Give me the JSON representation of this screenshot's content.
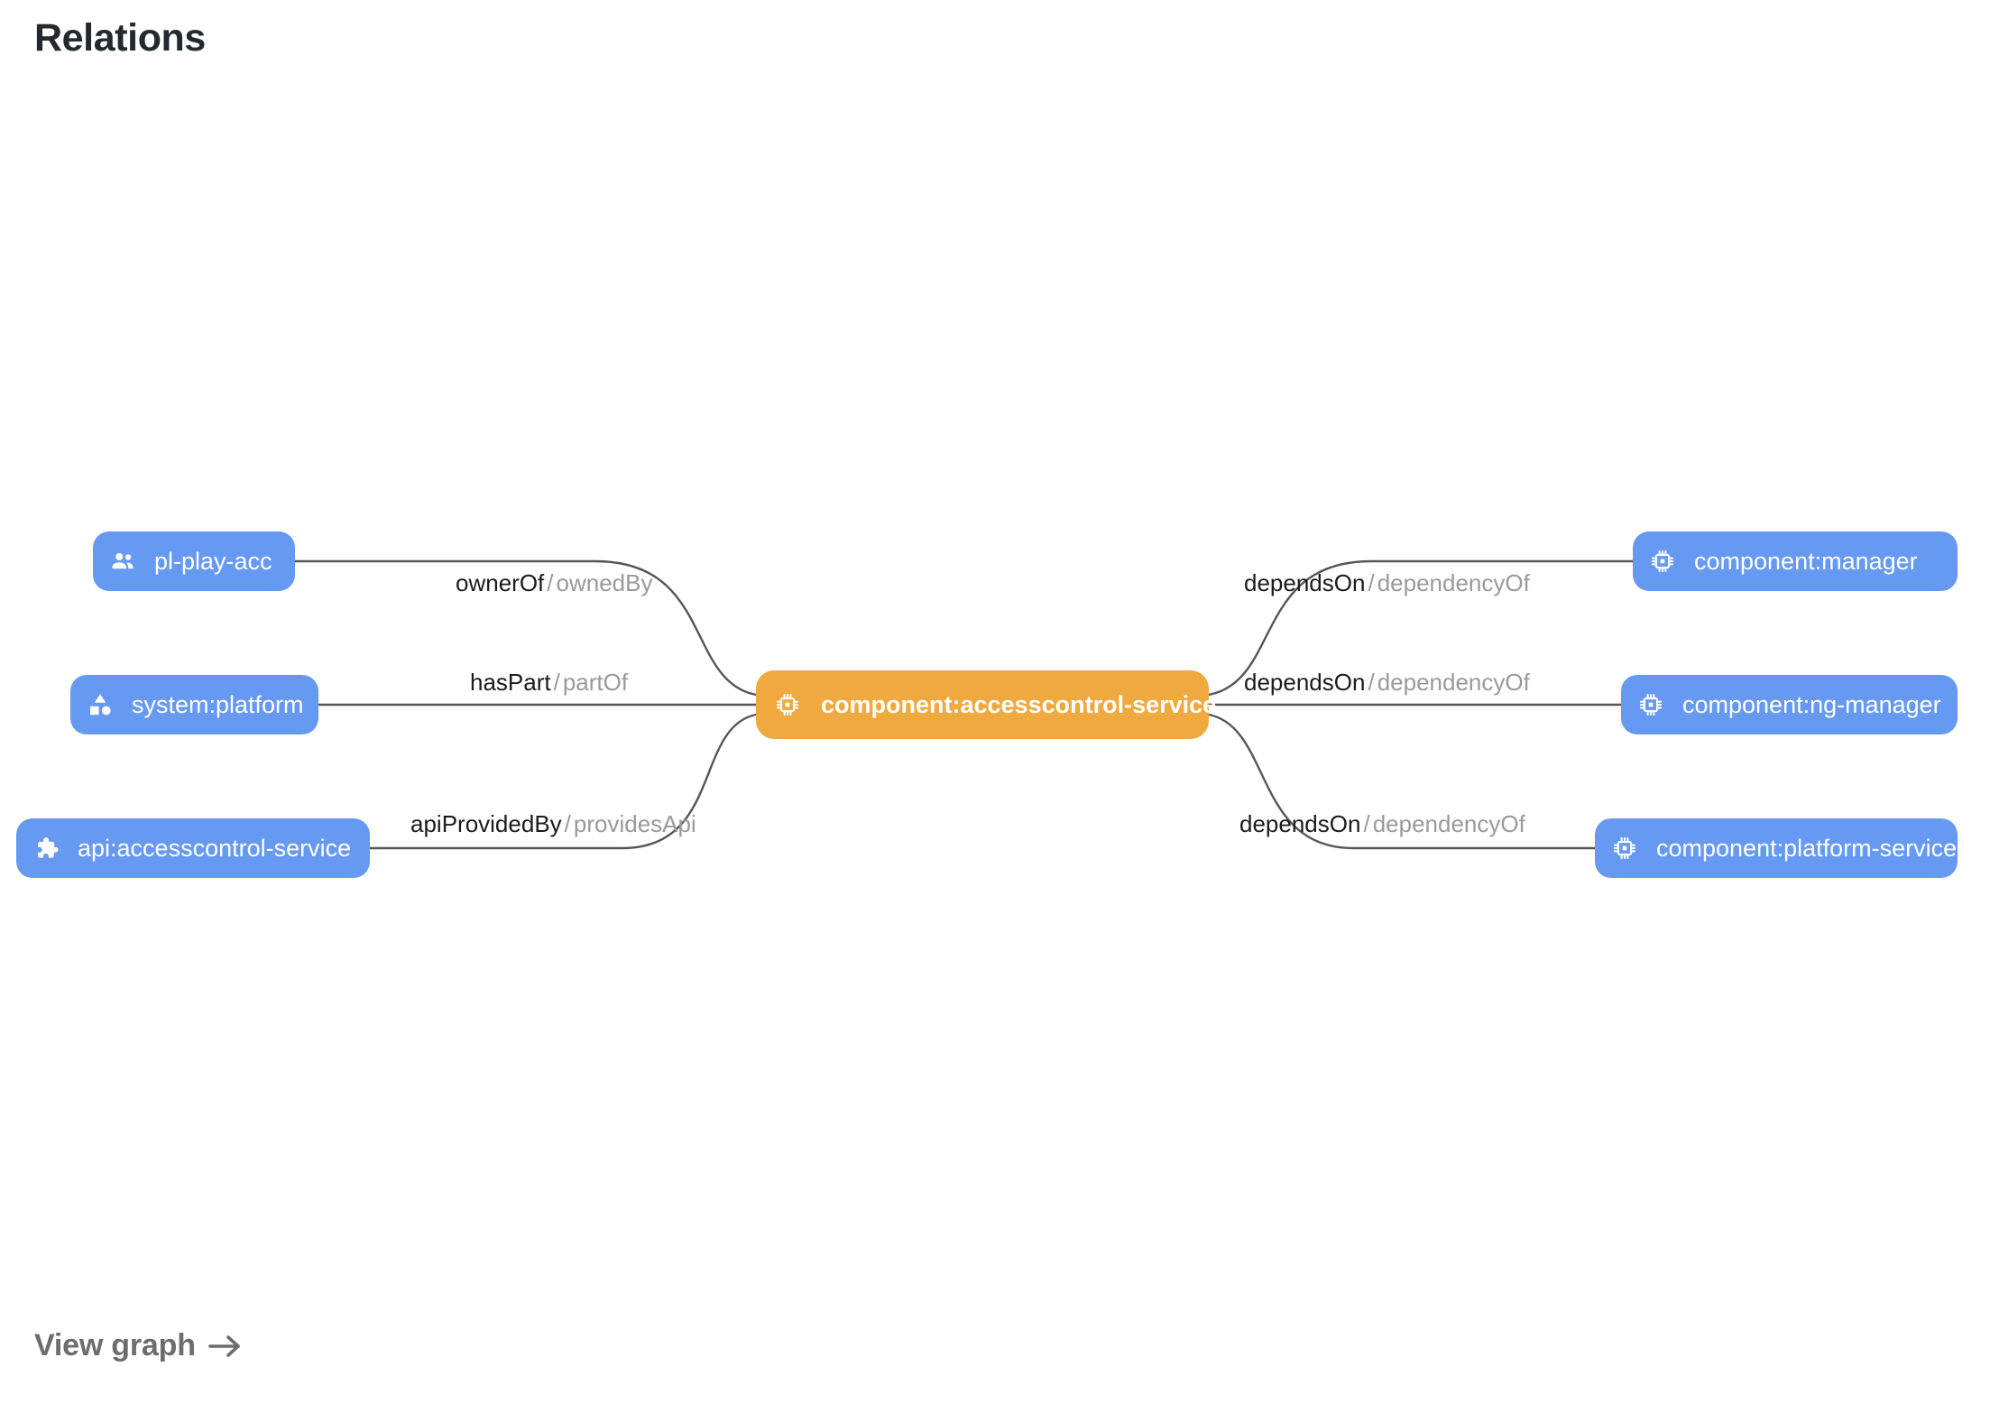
{
  "card": {
    "title": "Relations",
    "footer_link": {
      "label": "View graph",
      "icon": "arrow-right-icon"
    }
  },
  "colors": {
    "node_blue": "#6699F2",
    "node_orange": "#EFA93E",
    "node_text": "#FFFFFF",
    "edge_stroke": "#565656",
    "label_forward": "#1B1B1B",
    "label_reverse": "#9A9A9A",
    "title_text": "#24292E",
    "footer_link_text": "#6D6D6D",
    "background": "#FFFFFF"
  },
  "graph": {
    "center_node": {
      "id": "component:accesscontrol-service",
      "label": "component:accesscontrol-service",
      "kind": "Component",
      "icon": "memory-chip-icon",
      "color": "#EFA93E",
      "highlighted": true
    },
    "left_nodes": [
      {
        "id": "pl-play-acc",
        "label": "pl-play-acc",
        "kind": "Group",
        "icon": "group-people-icon",
        "color": "#6699F2"
      },
      {
        "id": "system:platform",
        "label": "system:platform",
        "kind": "System",
        "icon": "category-shapes-icon",
        "color": "#6699F2"
      },
      {
        "id": "api:accesscontrol-service",
        "label": "api:accesscontrol-service",
        "kind": "API",
        "icon": "extension-puzzle-icon",
        "color": "#6699F2"
      }
    ],
    "right_nodes": [
      {
        "id": "component:manager",
        "label": "component:manager",
        "kind": "Component",
        "icon": "memory-chip-icon",
        "color": "#6699F2"
      },
      {
        "id": "component:ng-manager",
        "label": "component:ng-manager",
        "kind": "Component",
        "icon": "memory-chip-icon",
        "color": "#6699F2"
      },
      {
        "id": "component:platform-service",
        "label": "component:platform-service",
        "kind": "Component",
        "icon": "memory-chip-icon",
        "color": "#6699F2"
      }
    ],
    "edges": [
      {
        "source": "pl-play-acc",
        "target": "component:accesscontrol-service",
        "forward": "ownerOf",
        "separator": "/",
        "reverse": "ownedBy"
      },
      {
        "source": "system:platform",
        "target": "component:accesscontrol-service",
        "forward": "hasPart",
        "separator": "/",
        "reverse": "partOf"
      },
      {
        "source": "api:accesscontrol-service",
        "target": "component:accesscontrol-service",
        "forward": "apiProvidedBy",
        "separator": "/",
        "reverse": "providesApi"
      },
      {
        "source": "component:accesscontrol-service",
        "target": "component:manager",
        "forward": "dependsOn",
        "separator": "/",
        "reverse": "dependencyOf"
      },
      {
        "source": "component:accesscontrol-service",
        "target": "component:ng-manager",
        "forward": "dependsOn",
        "separator": "/",
        "reverse": "dependencyOf"
      },
      {
        "source": "component:accesscontrol-service",
        "target": "component:platform-service",
        "forward": "dependsOn",
        "separator": "/",
        "reverse": "dependencyOf"
      }
    ]
  }
}
